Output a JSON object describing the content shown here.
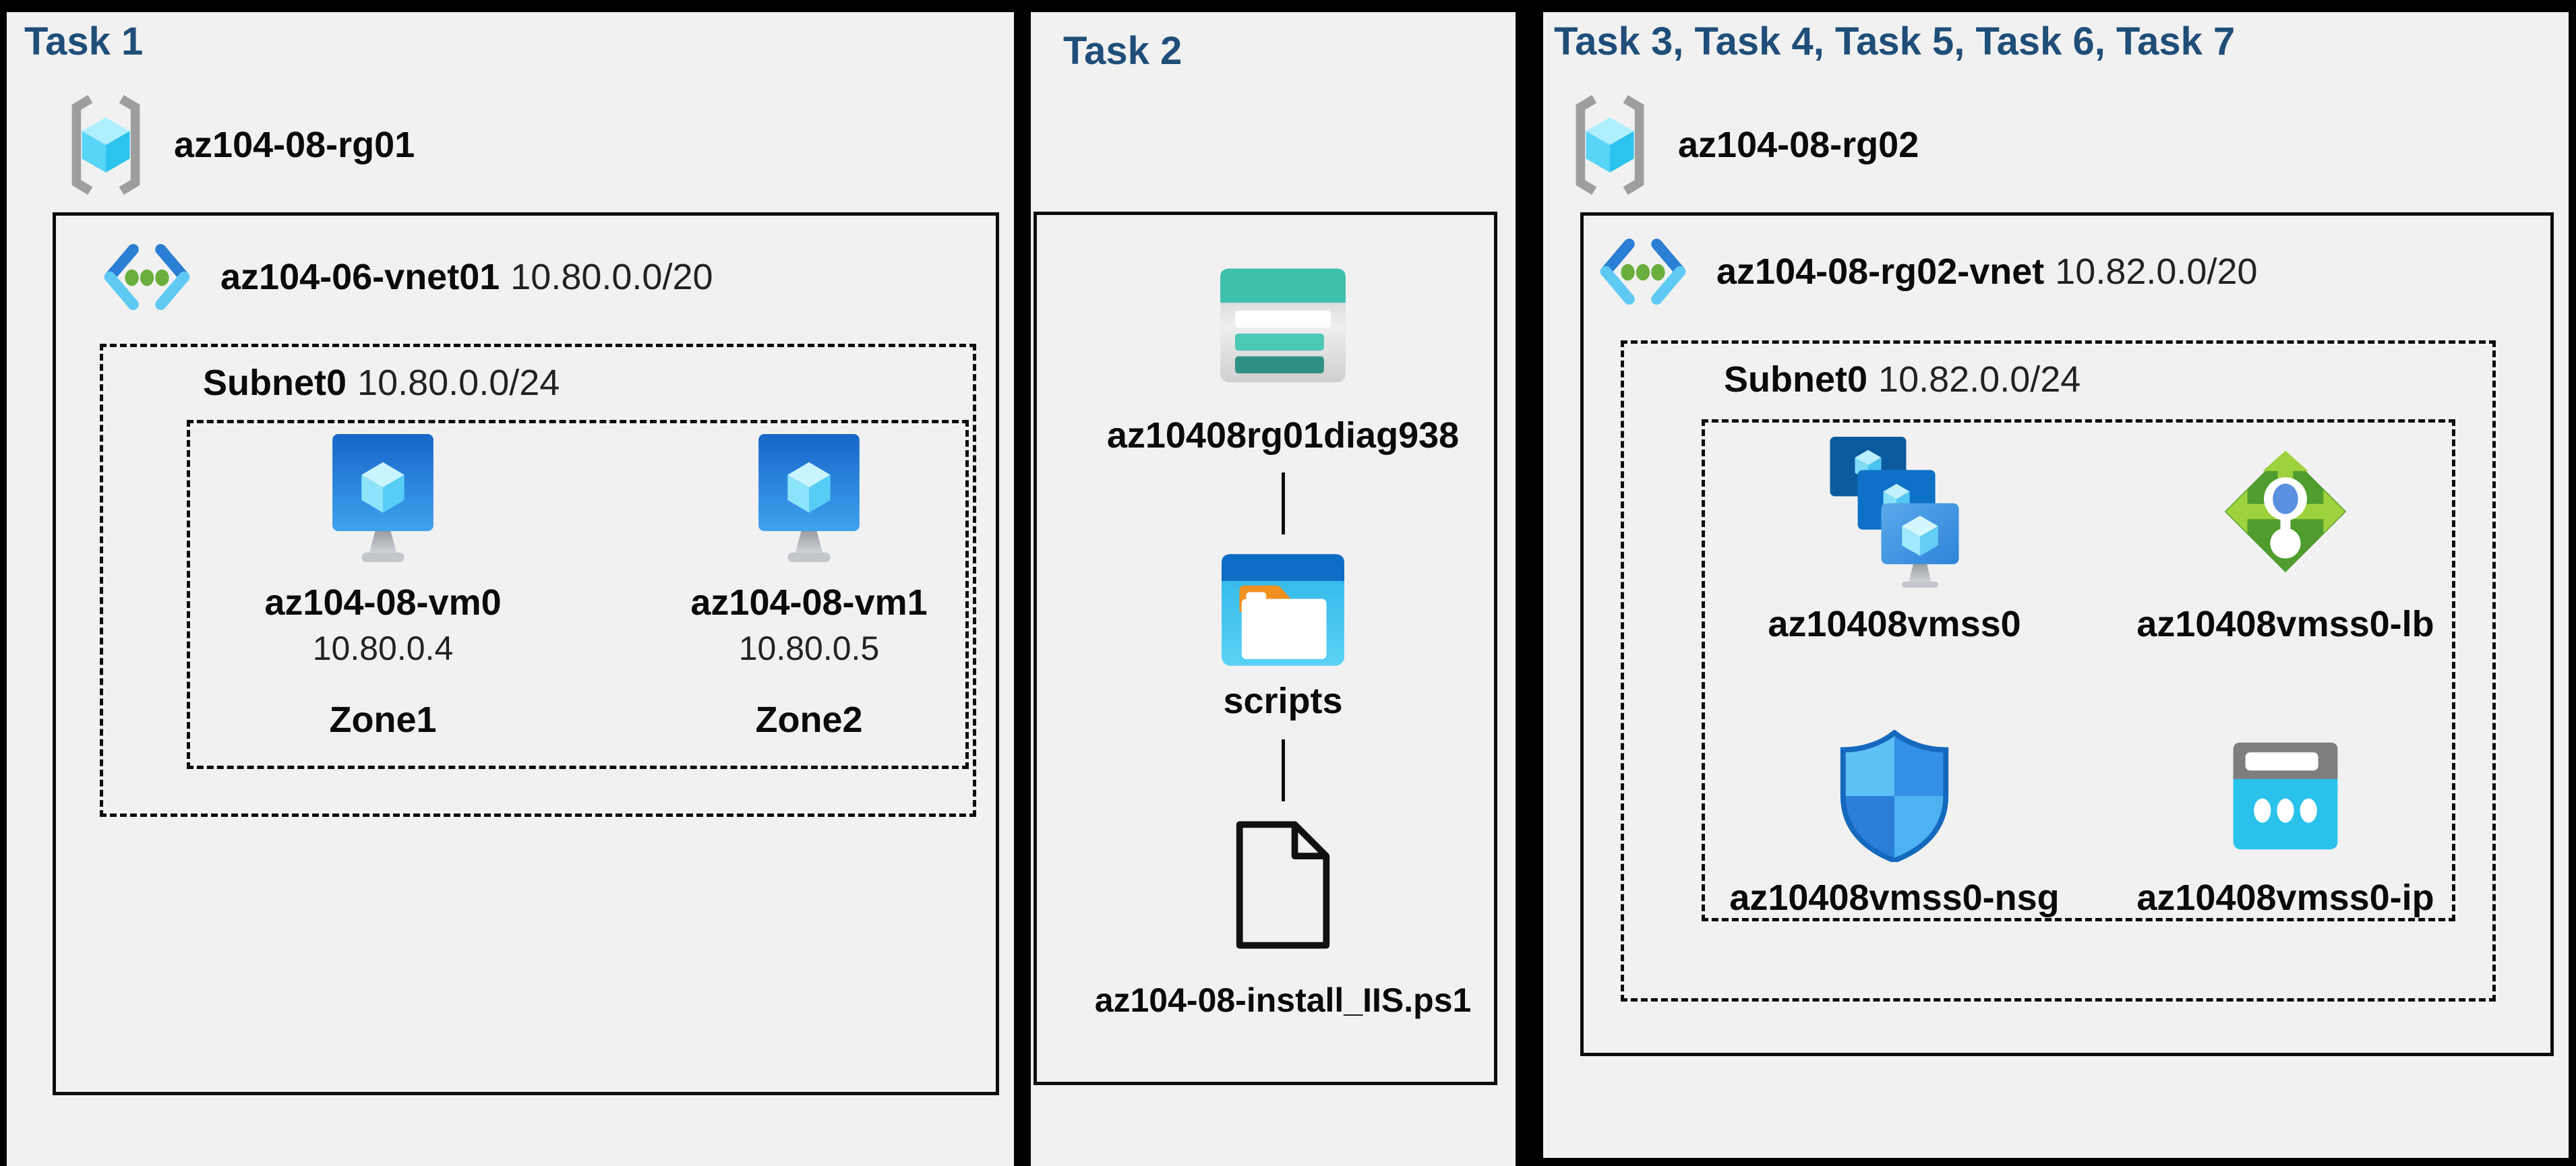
{
  "colors": {
    "background": "#000000",
    "panel_bg": "#f1f1f1",
    "title_navy": "#1f4e79",
    "outline_black": "#0d0d0d",
    "azure_blue": "#1b72c8",
    "cube_cyan": "#55d4f6",
    "storage_teal": "#3ec0ad",
    "folder_orange": "#f09021",
    "lb_green": "#4f9d2e",
    "lb_arrow_lime": "#9ed23d",
    "nsg_blue": "#2f86dd",
    "ip_cyan": "#2ac2ea"
  },
  "icons": {
    "resource_group": "gray-brackets-with-cyan-cube",
    "virtual_network": "blue-chevrons-with-green-dots",
    "virtual_machine": "blue-monitor-with-cyan-cube",
    "storage_account": "teal-striped-tile",
    "blob_container": "blue-folder-with-orange-tab",
    "script_file": "black-outline-document",
    "vm_scale_set": "three-stacked-blue-monitors",
    "load_balancer": "green-diamond-with-arrows",
    "network_security_group": "blue-quadrant-shield",
    "public_ip": "cyan-tile-with-gray-cap-and-dots"
  },
  "panel1": {
    "title": "Task 1",
    "resource_group": "az104-08-rg01",
    "vnet_name": "az104-06-vnet01",
    "vnet_cidr": "10.80.0.0/20",
    "subnet_name": "Subnet0",
    "subnet_cidr": "10.80.0.0/24",
    "vms": [
      {
        "name": "az104-08-vm0",
        "ip": "10.80.0.4",
        "zone": "Zone1"
      },
      {
        "name": "az104-08-vm1",
        "ip": "10.80.0.5",
        "zone": "Zone2"
      }
    ]
  },
  "panel2": {
    "title": "Task 2",
    "storage_account": "az10408rg01diag938",
    "container": "scripts",
    "script_file": "az104-08-install_IIS.ps1"
  },
  "panel3": {
    "title": "Task 3, Task 4, Task 5, Task 6, Task 7",
    "resource_group": "az104-08-rg02",
    "vnet_name": "az104-08-rg02-vnet",
    "vnet_cidr": "10.82.0.0/20",
    "subnet_name": "Subnet0",
    "subnet_cidr": "10.82.0.0/24",
    "resources": [
      {
        "name": "az10408vmss0",
        "type": "vm-scale-set"
      },
      {
        "name": "az10408vmss0-lb",
        "type": "load-balancer"
      },
      {
        "name": "az10408vmss0-nsg",
        "type": "network-security-group"
      },
      {
        "name": "az10408vmss0-ip",
        "type": "public-ip"
      }
    ]
  }
}
